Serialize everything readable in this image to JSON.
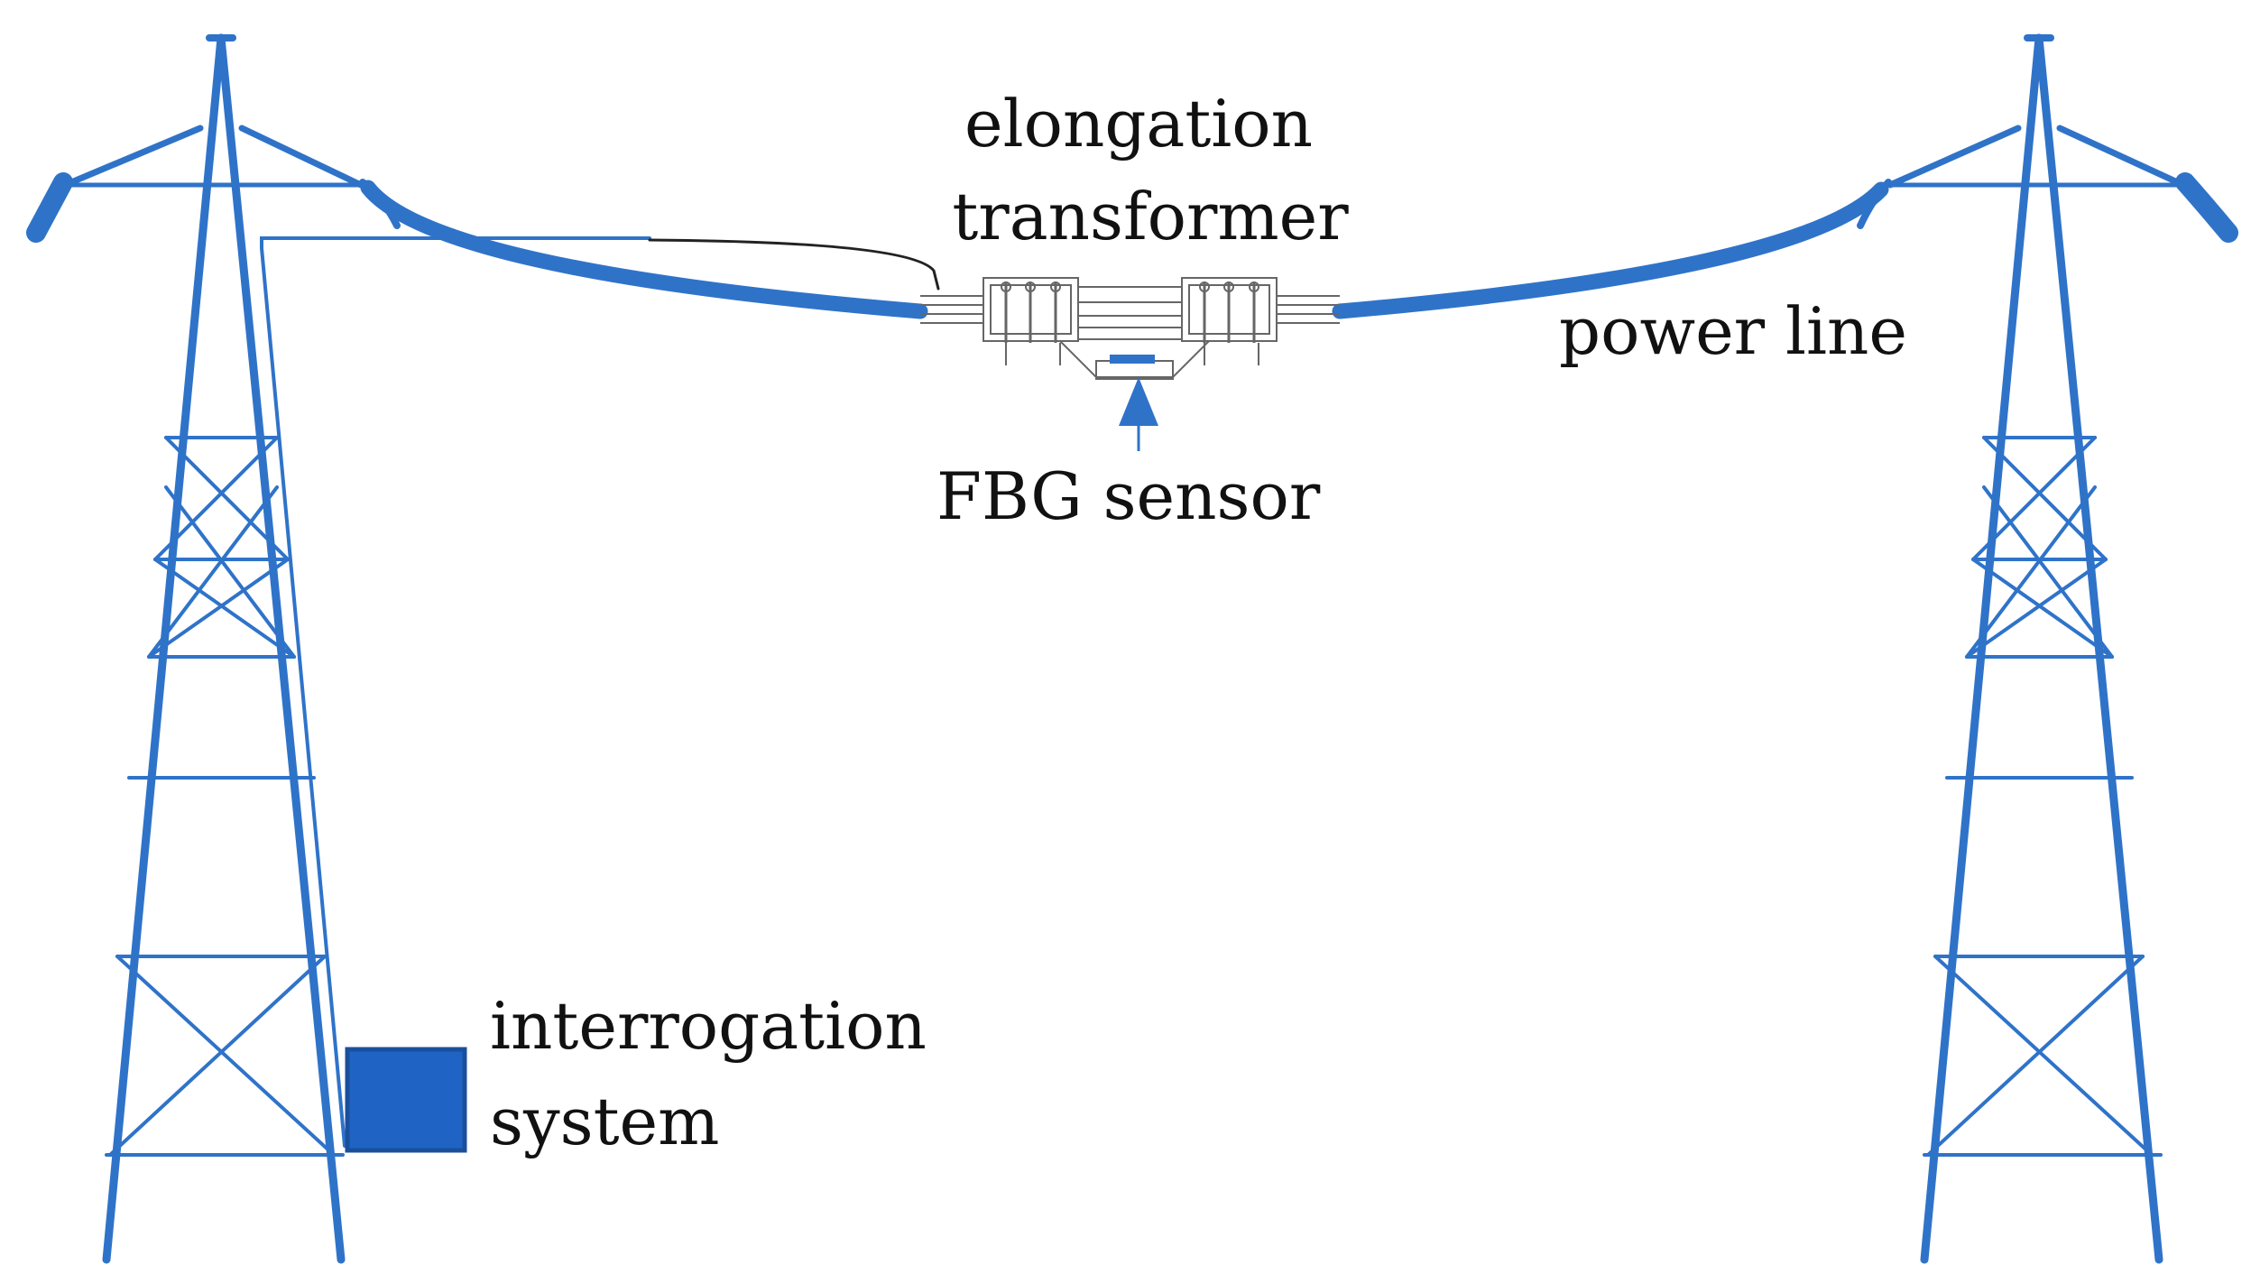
{
  "labels": {
    "elongation_transformer_line1": "elongation",
    "elongation_transformer_line2": "transformer",
    "power_line": "power line",
    "fbg_sensor": "FBG sensor",
    "interrogation_line1": "interrogation",
    "interrogation_line2": "system"
  },
  "colors": {
    "structure": "#2f73c9",
    "box_fill": "#1f64c4",
    "box_stroke": "#1a4f9c",
    "fiber": "#222222",
    "transformer_outline": "#666666",
    "text": "#111111"
  }
}
